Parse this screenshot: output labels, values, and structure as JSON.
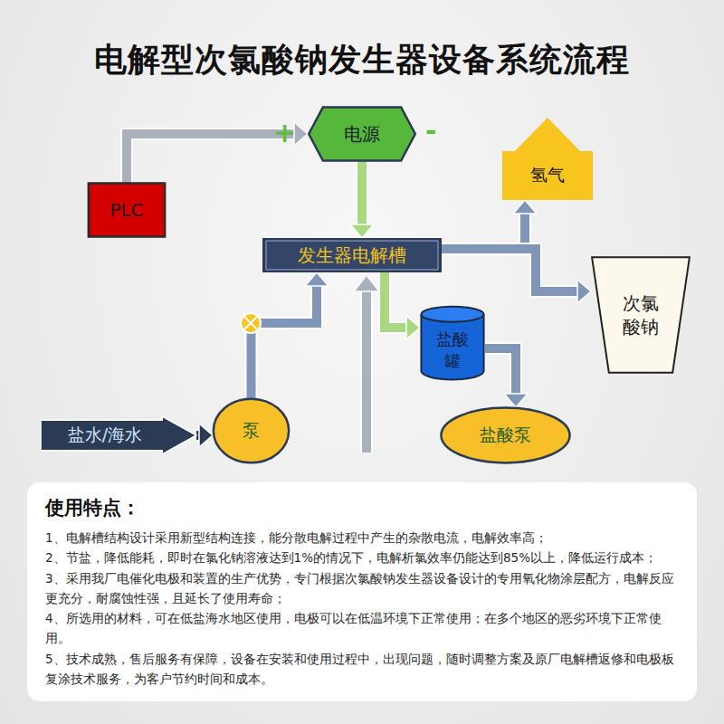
{
  "diagram": {
    "title": "电解型次氯酸钠发生器设备系统流程",
    "nodes": [
      {
        "text": [
          "电源"
        ]
      },
      {
        "text": [
          "PLC"
        ]
      },
      {
        "text": [
          "氢气"
        ]
      },
      {
        "text": [
          "发生器电解槽"
        ]
      },
      {
        "text": [
          "次氯酸钠"
        ]
      },
      {
        "text": [
          "盐酸罐"
        ]
      },
      {
        "text": [
          "盐水/海水"
        ]
      },
      {
        "text": [
          "泵"
        ]
      },
      {
        "text": [
          "盐酸泵"
        ]
      },
      {
        "text": [
          "使用特点：",
          "1、电解槽结构设计采用新型结构连接，能分散电解过程中产生的杂散电流，电解效率高；",
          "2、节盐，降低能耗，即时在氯化钠溶液达到1%的情况下，电解析氯效率仍能达到85%以上，降低运行成本；",
          "3、采用我厂电催化电极和装置的生产优势，专门根据次氯酸钠发生器设备设计的专用氧化物涂层配方，电解反应更充分，耐腐蚀性强，且延长了使用寿命；",
          "4、所选用的材料，可在低盐海水地区使用，电极可以在低温环境下正常使用；在多个地区的恶劣环境下正常使用。",
          "5、技术成熟，售后服务有保障，设备在安装和使用过程中，出现问题，随时调整方案及原厂电解槽返修和电极板复涂技术服务，为客户节约时间和成本。"
        ]
      }
    ],
    "edges": [
      {
        "from": 1,
        "to": 0,
        "arrow": "to"
      },
      {
        "from": 0,
        "to": 3,
        "arrow": "to"
      },
      {
        "from": 3,
        "to": 2,
        "arrow": "to"
      },
      {
        "from": 3,
        "to": 4,
        "arrow": "to"
      },
      {
        "from": 3,
        "to": 5,
        "arrow": "to"
      },
      {
        "from": 5,
        "to": 8,
        "arrow": "to"
      },
      {
        "from": 6,
        "to": 7,
        "arrow": "to"
      },
      {
        "from": 7,
        "to": 3,
        "arrow": "to"
      }
    ],
    "labels": [
      "+",
      "-"
    ]
  }
}
